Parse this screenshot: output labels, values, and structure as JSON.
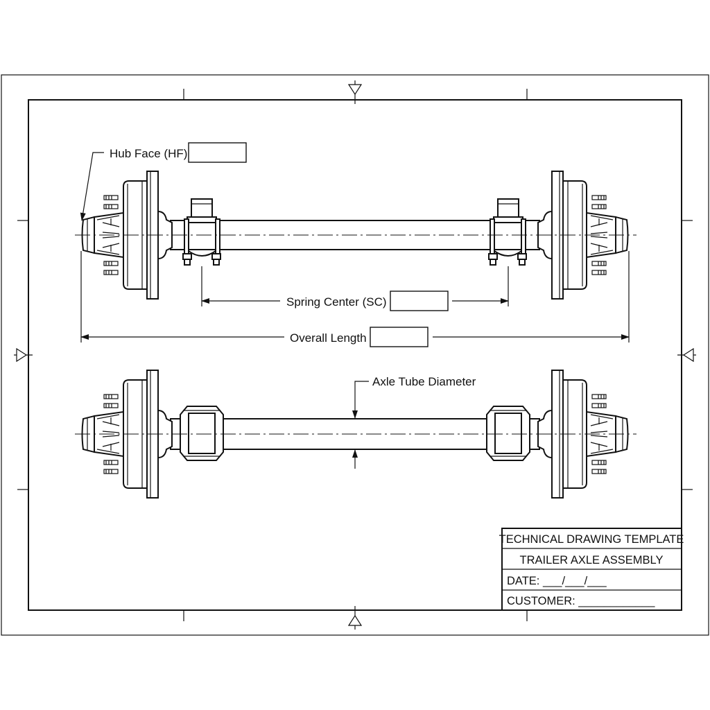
{
  "labels": {
    "hub_face": "Hub Face (HF)",
    "spring_center": "Spring Center (SC)",
    "overall_length": "Overall Length",
    "axle_tube_diameter": "Axle Tube Diameter"
  },
  "title_block": {
    "line1": "TECHNICAL DRAWING TEMPLATE",
    "line2": "TRAILER AXLE ASSEMBLY",
    "date": "DATE: ___/___/___",
    "customer": "CUSTOMER: ____________"
  },
  "fields": {
    "hub_face_value": "",
    "spring_center_value": "",
    "overall_length_value": ""
  }
}
